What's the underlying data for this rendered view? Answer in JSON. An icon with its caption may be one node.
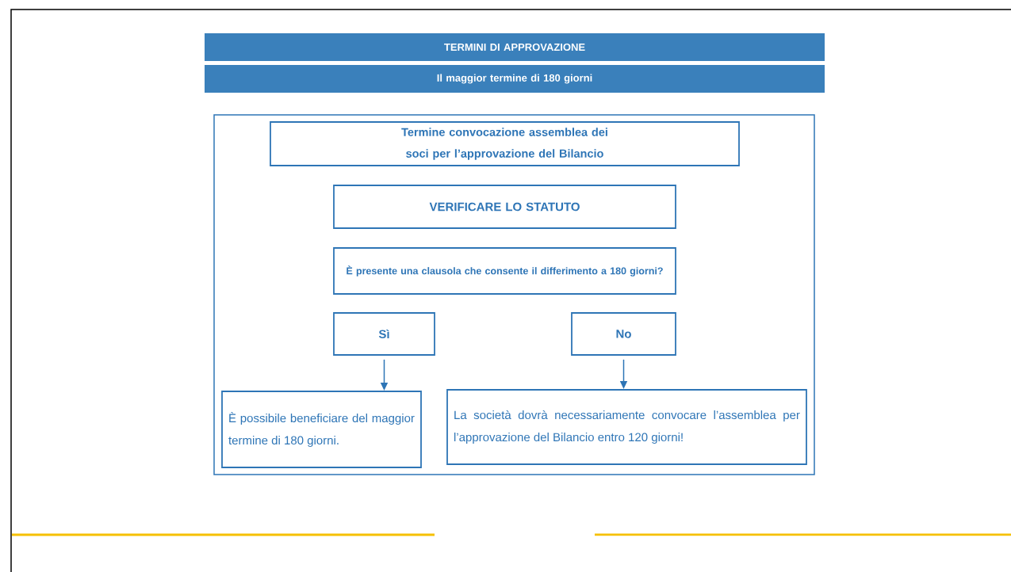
{
  "diagram": {
    "nodes": [
      {
        "text": [
          "TERMINI DI APPROVAZIONE"
        ]
      },
      {
        "text": [
          "Il maggior termine di 180 giorni"
        ]
      },
      {
        "text": [],
        "shape": "box"
      },
      {
        "text": [
          "Termine convocazione assemblea dei soci per l’approvazione del Bilancio"
        ],
        "in": 2
      },
      {
        "text": [
          "VERIFICARE LO STATUTO"
        ],
        "in": 2
      },
      {
        "text": [
          "È presente una clausola che consente il differimento a 180 giorni?"
        ],
        "in": 2
      },
      {
        "text": [
          "Sì"
        ],
        "in": 2
      },
      {
        "text": [
          "No"
        ],
        "in": 2
      },
      {
        "text": [
          "È possibile beneficiare del maggior termine di 180 giorni."
        ],
        "in": 2
      },
      {
        "text": [
          "La società dovrà necessariamente convocare l’assemblea per l’approvazione del Bilancio entro 120 giorni!"
        ],
        "in": 2
      }
    ],
    "edges": [
      {
        "from": 6,
        "to": 8,
        "arrow": "to"
      },
      {
        "from": 7,
        "to": 9,
        "arrow": "to"
      }
    ]
  }
}
